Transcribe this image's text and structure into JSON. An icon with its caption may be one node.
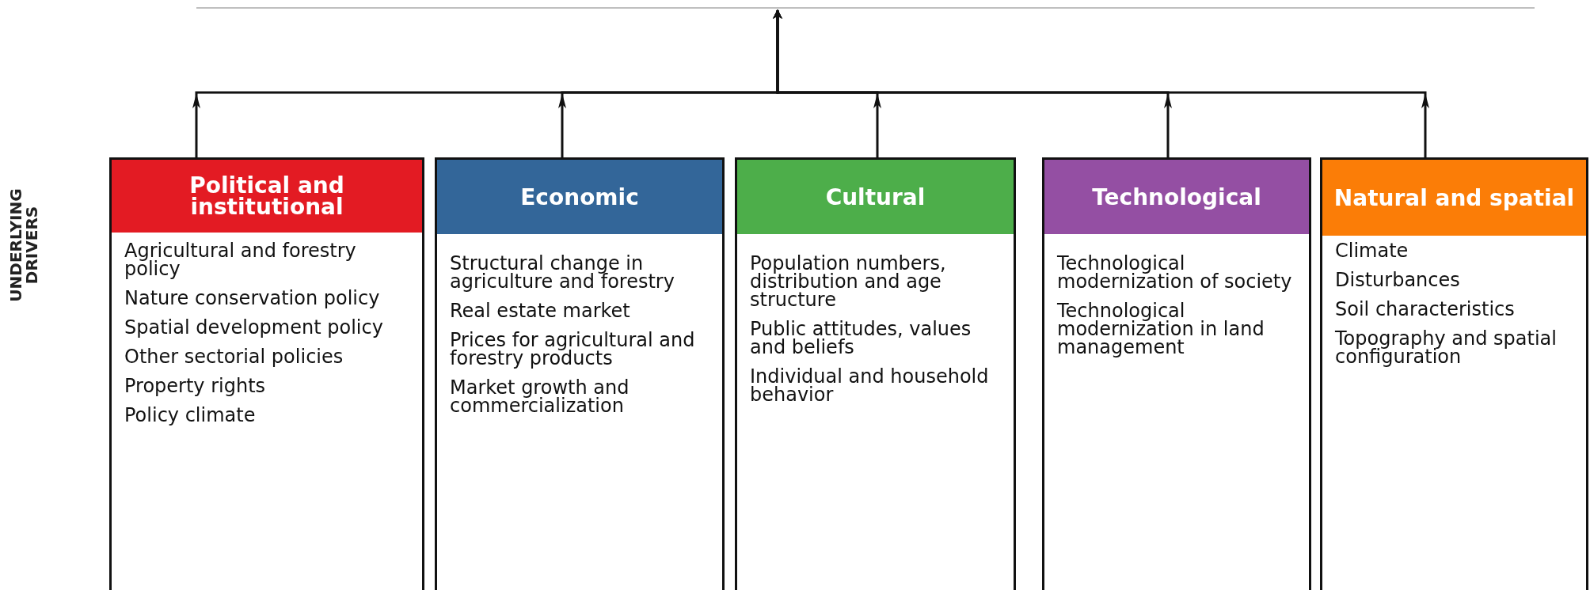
{
  "diagram": {
    "nodes": [
      {
        "text": [
          "Political and institutional",
          "Agricultural and forestry policy",
          "Nature conservation policy",
          "Spatial development policy",
          "Other sectorial policies",
          "Property rights",
          "Policy climate"
        ]
      },
      {
        "text": [
          "Economic",
          "Structural change in agriculture and forestry",
          "Real estate market",
          "Prices for agricultural and forestry products",
          "Market growth and commercialization"
        ]
      },
      {
        "text": [
          "Cultural",
          "Population numbers, distribution and age structure",
          "Public attitudes, values and beliefs",
          "Individual and household behavior"
        ]
      },
      {
        "text": [
          "Technological",
          "Technological modernization of society",
          "Technological modernization in land management"
        ]
      },
      {
        "text": [
          "Natural and spatial",
          "Climate",
          "Disturbances",
          "Soil characteristics",
          "Topography and spatial configuration"
        ]
      }
    ],
    "edges": [
      {
        "from": 0,
        "to": null,
        "arrow": "to"
      },
      {
        "from": 1,
        "to": null,
        "arrow": "to"
      },
      {
        "from": 2,
        "to": null,
        "arrow": "to"
      },
      {
        "from": 3,
        "to": null,
        "arrow": "to"
      },
      {
        "from": 4,
        "to": null,
        "arrow": "to"
      }
    ],
    "labels": [
      "UNDERLYING DRIVERS"
    ]
  }
}
